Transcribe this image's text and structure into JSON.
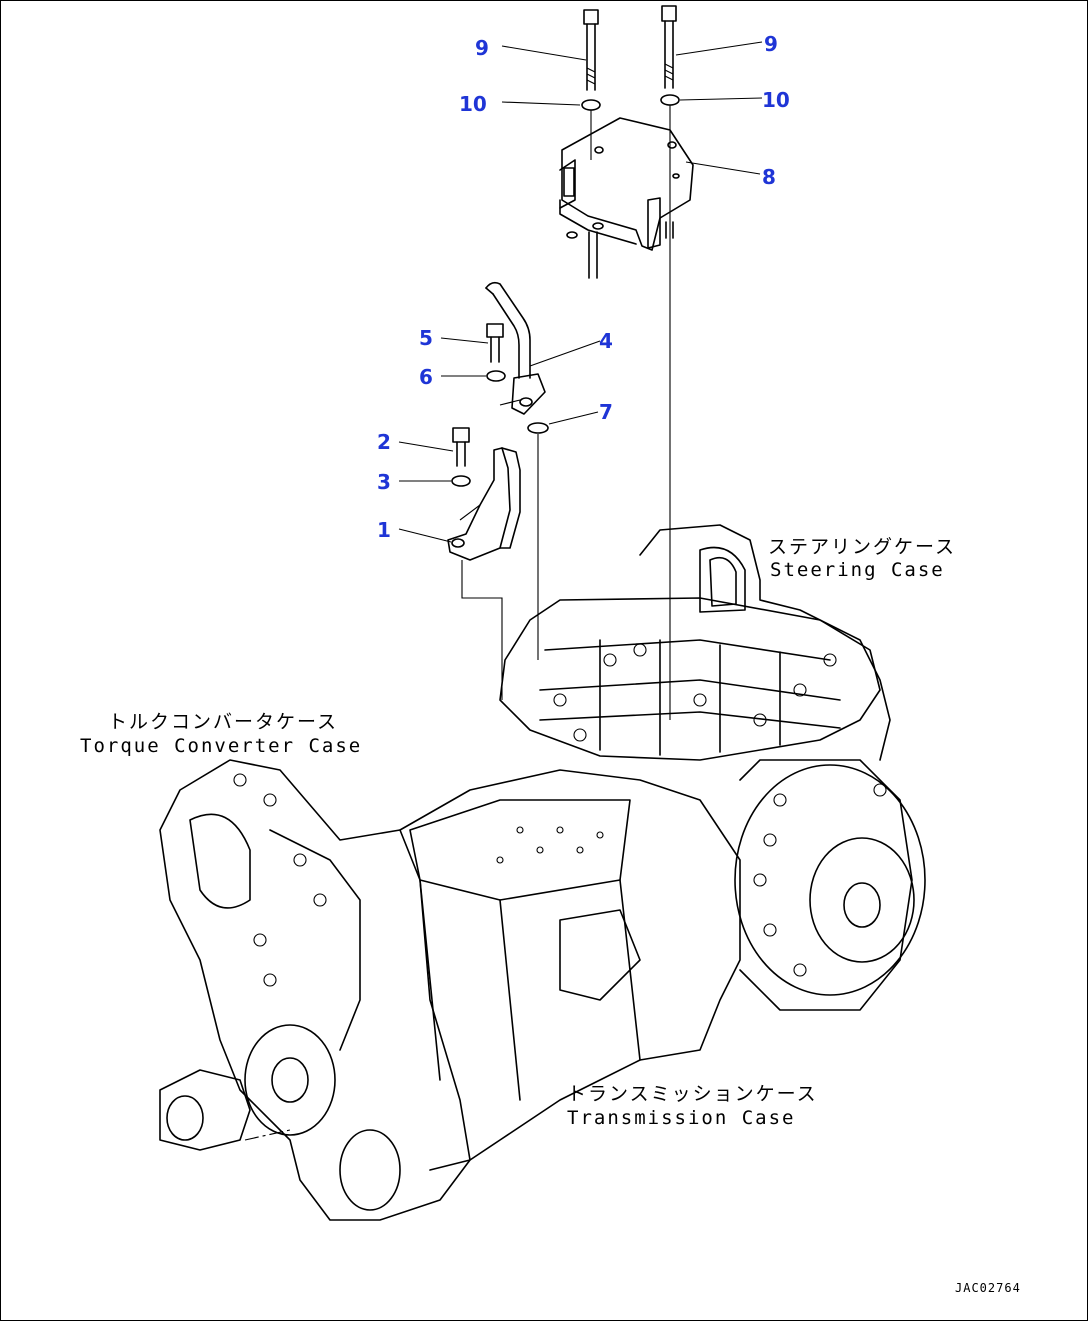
{
  "diagram": {
    "callouts": [
      {
        "id": "c9a",
        "label": "9"
      },
      {
        "id": "c9b",
        "label": "9"
      },
      {
        "id": "c10a",
        "label": "10"
      },
      {
        "id": "c10b",
        "label": "10"
      },
      {
        "id": "c8",
        "label": "8"
      },
      {
        "id": "c5",
        "label": "5"
      },
      {
        "id": "c4",
        "label": "4"
      },
      {
        "id": "c6",
        "label": "6"
      },
      {
        "id": "c7",
        "label": "7"
      },
      {
        "id": "c2",
        "label": "2"
      },
      {
        "id": "c3",
        "label": "3"
      },
      {
        "id": "c1",
        "label": "1"
      }
    ],
    "captions": {
      "steering_jp": "ステアリングケース",
      "steering_en": "Steering Case",
      "torque_jp": "トルクコンバータケース",
      "torque_en": "Torque Converter Case",
      "transmission_jp": "トランスミッションケース",
      "transmission_en": "Transmission Case"
    },
    "drawing_code": "JAC02764",
    "colors": {
      "callout": "#1f35d6",
      "line": "#000000",
      "background": "#ffffff"
    }
  }
}
